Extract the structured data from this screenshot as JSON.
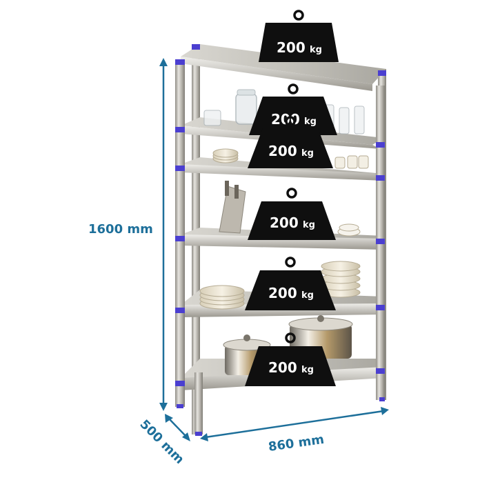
{
  "dimensions": {
    "height": "1600 mm",
    "depth": "500 mm",
    "width": "860 mm",
    "color": "#1d6f9a"
  },
  "weights": [
    {
      "value": "200",
      "unit": "kg"
    },
    {
      "value": "200",
      "unit": "kg"
    },
    {
      "value": "200",
      "unit": "kg"
    },
    {
      "value": "200",
      "unit": "kg"
    },
    {
      "value": "200",
      "unit": "kg"
    },
    {
      "value": "200",
      "unit": "kg"
    }
  ],
  "colors": {
    "weight_fill": "#0f0f0f",
    "steel": "#bcbab4",
    "connector": "#4b3fd0"
  }
}
